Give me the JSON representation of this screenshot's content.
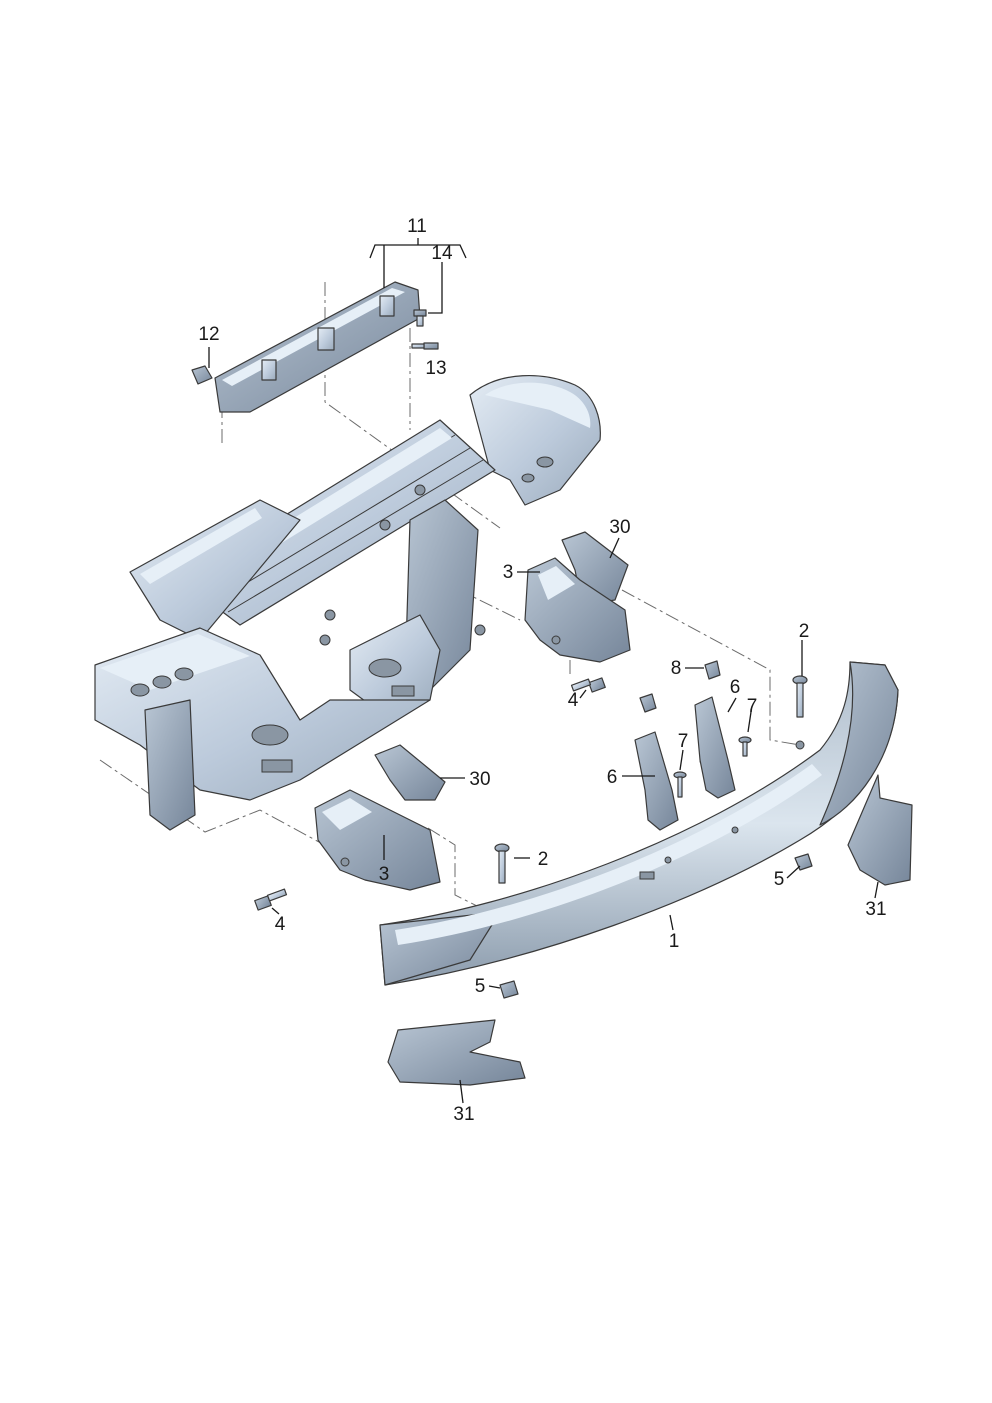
{
  "callouts": {
    "c1": "1",
    "c2a": "2",
    "c2b": "2",
    "c3a": "3",
    "c3b": "3",
    "c4a": "4",
    "c4b": "4",
    "c5a": "5",
    "c5b": "5",
    "c6a": "6",
    "c6b": "6",
    "c7a": "7",
    "c7b": "7",
    "c8": "8",
    "c11": "11",
    "c12": "12",
    "c13": "13",
    "c14": "14",
    "c30a": "30",
    "c30b": "30",
    "c31a": "31",
    "c31b": "31"
  },
  "colors": {
    "part_light": "#c3d0de",
    "part_dark": "#8796a6",
    "line": "#3a3a3a"
  }
}
